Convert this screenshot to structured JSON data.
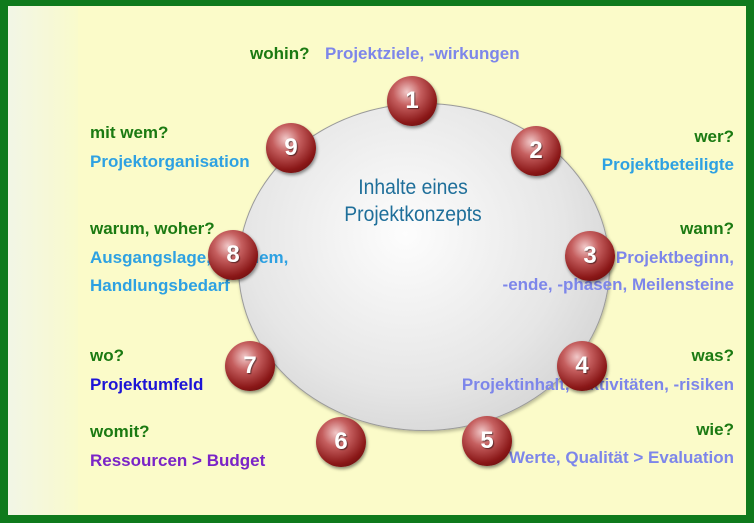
{
  "center_title": [
    "Inhalte eines",
    "Projektkonzepts"
  ],
  "nodes": [
    "1",
    "2",
    "3",
    "4",
    "5",
    "6",
    "7",
    "8",
    "9"
  ],
  "labels": {
    "n1": {
      "q": "wohin?",
      "a": "Projektziele, -wirkungen"
    },
    "n2": {
      "q": "wer?",
      "a": "Projektbeteiligte"
    },
    "n3": {
      "q": "wann?",
      "a1": "Projektbeginn,",
      "a2": "-ende, -phasen, Meilensteine"
    },
    "n4": {
      "q": "was?",
      "a": "Projektinhalt, -aktivitäten, -risiken"
    },
    "n5": {
      "q": "wie?",
      "a": "Werte, Qualität > Evaluation"
    },
    "n6": {
      "q": "womit?",
      "a": "Ressourcen > Budget"
    },
    "n7": {
      "q": "wo?",
      "a": "Projektumfeld"
    },
    "n8": {
      "q": "warum, woher?",
      "a1": "Ausgangslage, Problem,",
      "a2": "Handlungsbedarf"
    },
    "n9": {
      "q": "mit wem?",
      "a": "Projektorganisation"
    }
  },
  "colors": {
    "frame": "#0f7a1c",
    "background": "#fbfbc9",
    "question": "#1b7a12",
    "answer_light_blue": "#2ea1e2",
    "answer_lavender": "#7d86ea",
    "answer_blue": "#1d14d6",
    "answer_purple": "#7a24c7",
    "node": "#8a1717",
    "center_title": "#1f6f9a"
  }
}
